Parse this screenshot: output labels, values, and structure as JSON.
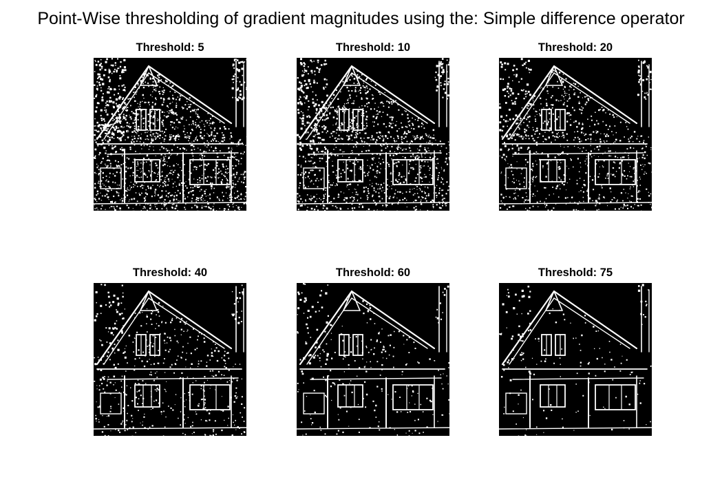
{
  "figure": {
    "title": "Point-Wise thresholding of gradient magnitudes using the: Simple difference operator"
  },
  "panels": [
    {
      "title": "Threshold: 5",
      "threshold": 5
    },
    {
      "title": "Threshold: 10",
      "threshold": 10
    },
    {
      "title": "Threshold: 20",
      "threshold": 20
    },
    {
      "title": "Threshold: 40",
      "threshold": 40
    },
    {
      "title": "Threshold: 60",
      "threshold": 60
    },
    {
      "title": "Threshold: 75",
      "threshold": 75
    }
  ],
  "colors": {
    "background": "#000000",
    "edge": "#ffffff"
  }
}
